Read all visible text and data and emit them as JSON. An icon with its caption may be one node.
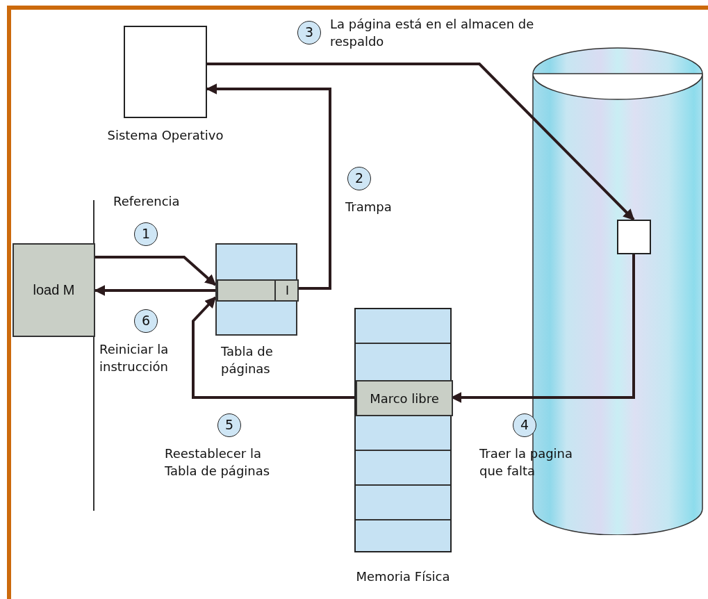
{
  "diagram": {
    "nodes": [
      {
        "text": [],
        "shape": "box",
        "beside": [
          "Sistema Operativo"
        ]
      },
      {
        "text": [
          "load M"
        ]
      },
      {
        "text": [],
        "shape": "box",
        "beside": [
          "Tabla de páginas"
        ]
      },
      {
        "text": [
          "I"
        ],
        "in": 2
      },
      {
        "text": [],
        "shape": "cylinder"
      },
      {
        "text": [],
        "shape": "box",
        "in": 4
      },
      {
        "text": [],
        "shape": "box",
        "beside": [
          "Memoria Física"
        ]
      },
      {
        "text": [
          "Marco libre"
        ],
        "in": 6
      }
    ],
    "edges": [
      {
        "from": 1,
        "to": 3,
        "arrow": "to"
      },
      {
        "from": 3,
        "to": 0,
        "arrow": "to"
      },
      {
        "from": 0,
        "to": 5,
        "arrow": "to"
      },
      {
        "from": 5,
        "to": 7,
        "arrow": "to"
      },
      {
        "from": 7,
        "to": 3,
        "arrow": "to"
      },
      {
        "from": 3,
        "to": 1,
        "arrow": "to"
      }
    ],
    "labels": [
      "3",
      "La página está en el almacen de respaldo",
      "2",
      "Trampa",
      "Referencia",
      "1",
      "6",
      "Reiniciar la instrucción",
      "5",
      "Reestablecer la Tabla de páginas",
      "4",
      "Traer la pagina que falta"
    ]
  }
}
